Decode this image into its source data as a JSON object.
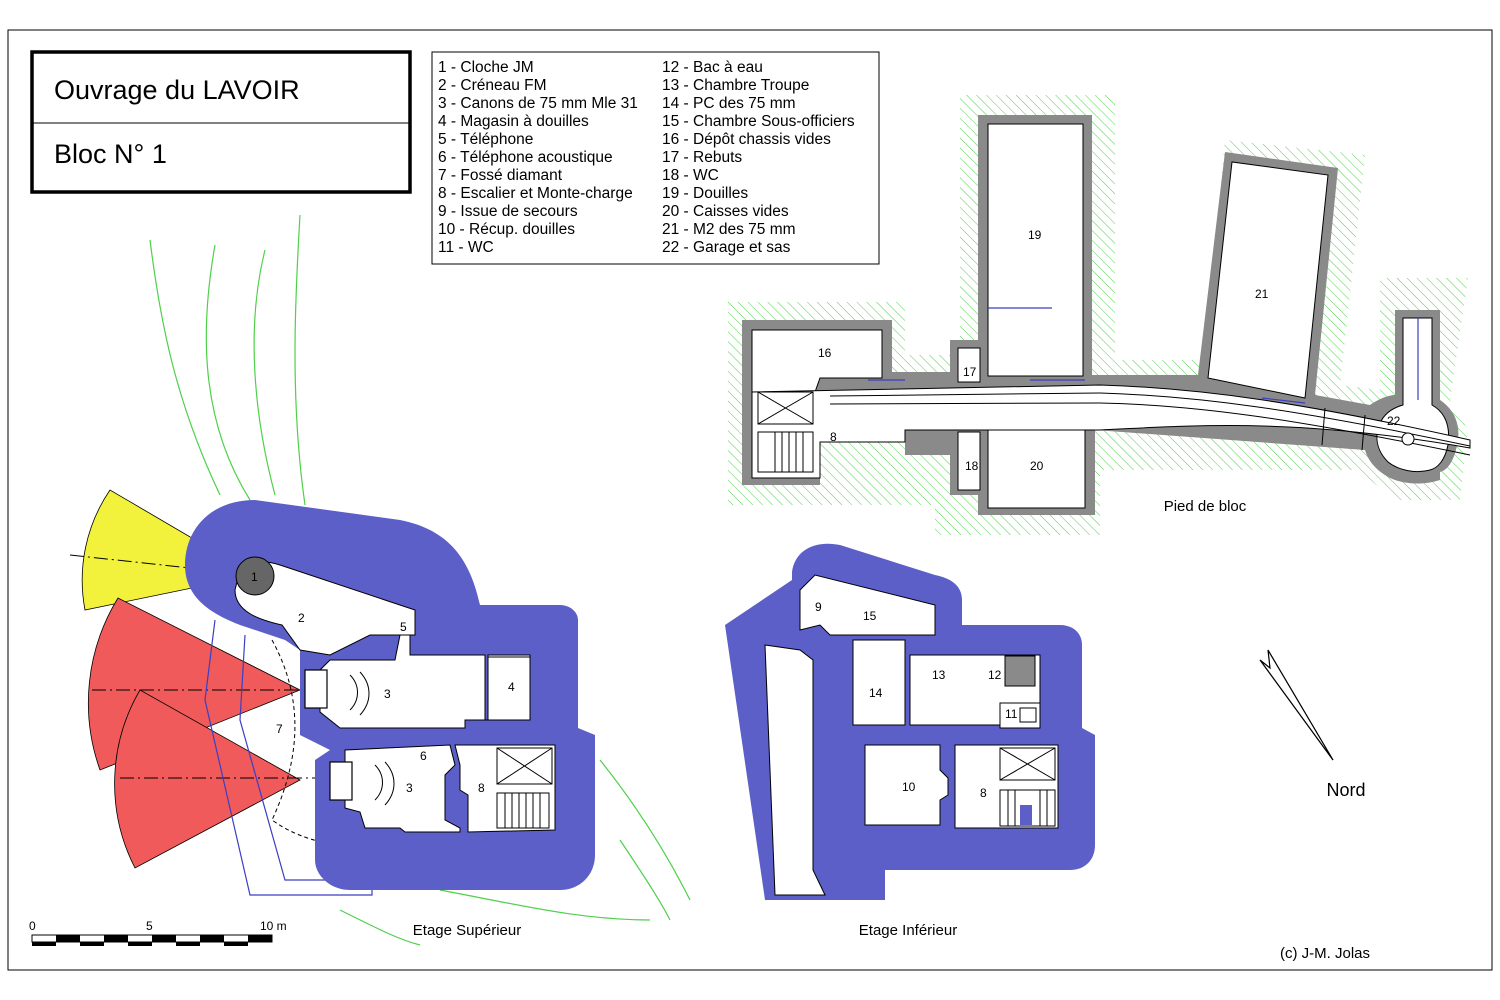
{
  "title_block": {
    "title": "Ouvrage du LAVOIR",
    "subtitle": "Bloc N° 1"
  },
  "legend": {
    "left": [
      "1 - Cloche JM",
      "2 - Créneau FM",
      "3 - Canons de 75 mm Mle 31",
      "4 - Magasin à douilles",
      "5 - Téléphone",
      "6 - Téléphone acoustique",
      "7 - Fossé diamant",
      "8 - Escalier et Monte-charge",
      "9 - Issue de secours",
      "10 - Récup. douilles",
      "11 - WC"
    ],
    "right": [
      "12 - Bac à eau",
      "13 - Chambre Troupe",
      "14 - PC des 75 mm",
      "15 - Chambre Sous-officiers",
      "16 - Dépôt chassis vides",
      "17 - Rebuts",
      "18 - WC",
      "19 - Douilles",
      "20 - Caisses vides",
      "21 - M2 des 75 mm",
      "22 - Garage et sas"
    ]
  },
  "plans": {
    "upper": {
      "caption": "Etage Supérieur",
      "room_numbers": [
        "1",
        "2",
        "3",
        "4",
        "5",
        "6",
        "7",
        "3",
        "8"
      ]
    },
    "lower": {
      "caption": "Etage Inférieur",
      "room_numbers": [
        "9",
        "15",
        "13",
        "12",
        "14",
        "11",
        "10",
        "8"
      ]
    },
    "base": {
      "caption": "Pied de bloc",
      "room_numbers": [
        "19",
        "21",
        "16",
        "17",
        "8",
        "22",
        "18",
        "20"
      ]
    }
  },
  "scale_bar": {
    "labels": [
      "0",
      "5",
      "10 m"
    ]
  },
  "north_label": "Nord",
  "copyright": "(c) J-M. Jolas",
  "colors": {
    "wall": "#5b5fc7",
    "earth_hatch": "#4fd04a",
    "fire_sector_gun": "#f05a5a",
    "fire_sector_cloche": "#f2f23c",
    "base_walls": "#8a8a8a"
  }
}
